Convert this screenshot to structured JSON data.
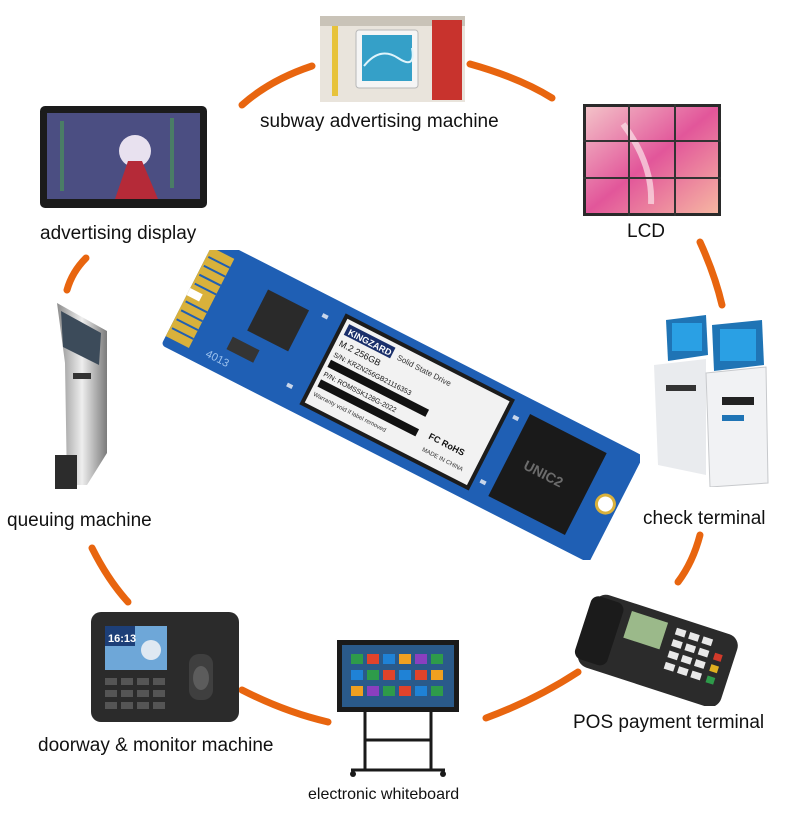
{
  "center": {
    "brand": "KINGZARD",
    "model_line": "M.2 256GB",
    "type_line": "Solid State Drive",
    "sn_line": "S/N: KRZN256GB21116353",
    "pn_line": "P/N: ROMSSK128G-2022",
    "warranty_line": "Warranty void if label removed",
    "fcc_rohs": "FC RoHS",
    "origin": "MADE IN CHINA",
    "chip_label": "UNIC2",
    "board_code": "4013"
  },
  "devices": {
    "subway": {
      "label": "subway advertising machine"
    },
    "lcd": {
      "label": "LCD"
    },
    "advertising": {
      "label": "advertising display"
    },
    "queuing": {
      "label": "queuing machine"
    },
    "check": {
      "label": "check terminal"
    },
    "doorway": {
      "label": "doorway & monitor machine",
      "screen_time": "16:13"
    },
    "whiteboard": {
      "label": "electronic whiteboard"
    },
    "pos": {
      "label": "POS payment terminal"
    }
  },
  "colors": {
    "ring": "#e8650f",
    "pcb": "#1f5fb4",
    "gold": "#d9b13b"
  }
}
